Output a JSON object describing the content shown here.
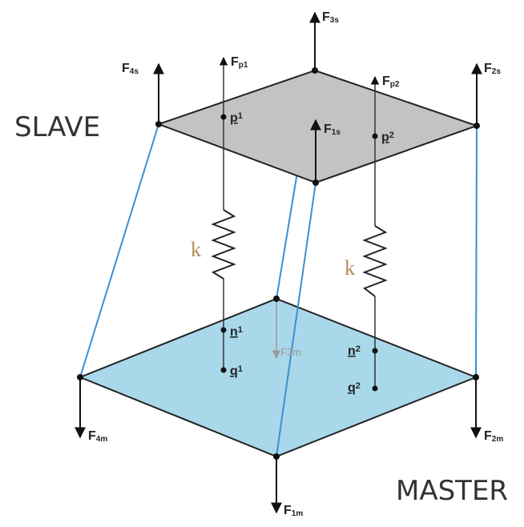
{
  "labels": {
    "slave": "SLAVE",
    "master": "MASTER",
    "k_left": "k",
    "k_right": "k"
  },
  "forces": {
    "f3s_top": {
      "main": "F",
      "sub": "3s"
    },
    "f4s": {
      "main": "F",
      "sub": "4s"
    },
    "fp1": {
      "main": "F",
      "sub": "p1"
    },
    "fp2": {
      "main": "F",
      "sub": "p2"
    },
    "f2s": {
      "main": "F",
      "sub": "2s"
    },
    "f1s": {
      "main": "F",
      "sub": "1s"
    },
    "f3m": {
      "main": "F",
      "sub": "3m"
    },
    "f4m": {
      "main": "F",
      "sub": "4m"
    },
    "f2m": {
      "main": "F",
      "sub": "2m"
    },
    "f1m": {
      "main": "F",
      "sub": "1m"
    }
  },
  "nodes": {
    "p1": {
      "main": "p",
      "sub": "1"
    },
    "p2": {
      "main": "p",
      "sub": "2"
    },
    "n1": {
      "main": "n",
      "sub": "1"
    },
    "n2": {
      "main": "n",
      "sub": "2"
    },
    "q1": {
      "main": "q",
      "sub": "1"
    },
    "q2": {
      "main": "q",
      "sub": "2"
    }
  },
  "colors": {
    "slave_plate": "#c3c3c3",
    "master_plate": "#a9d8ea",
    "connector": "#3b8fd0",
    "spring": "#222222"
  }
}
